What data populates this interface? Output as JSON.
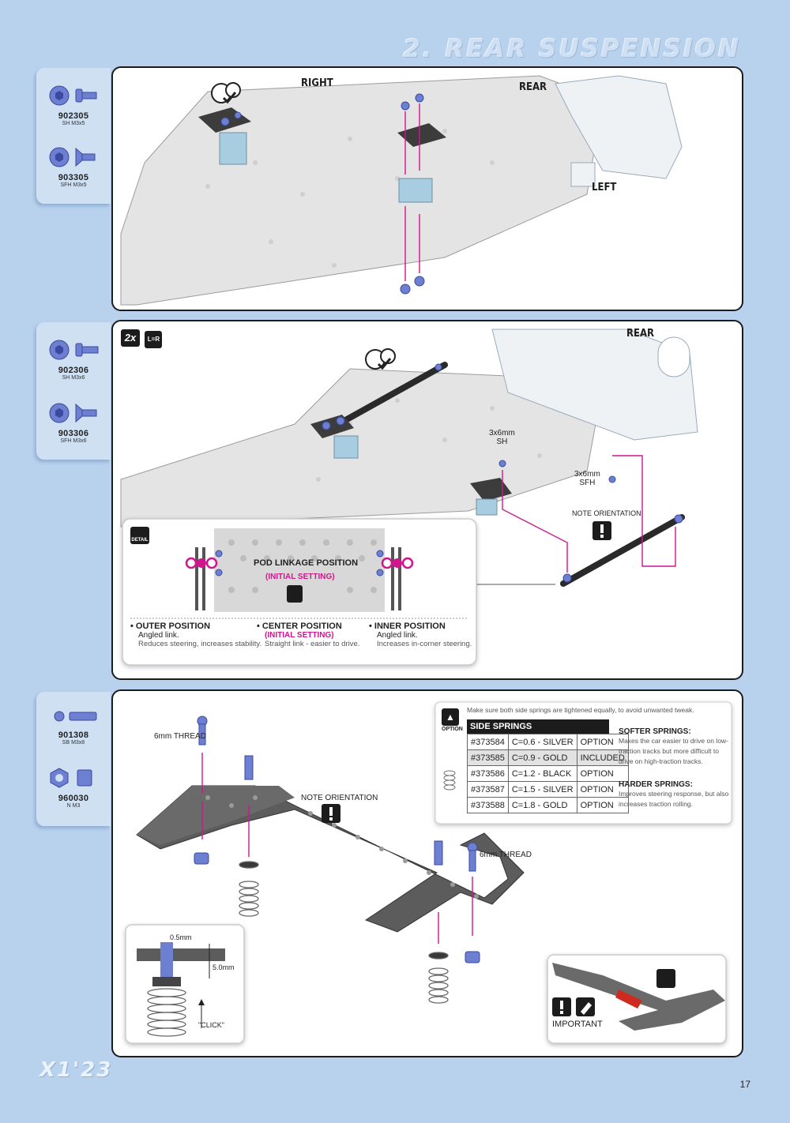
{
  "header": {
    "title": "2. REAR SUSPENSION"
  },
  "steps": [
    {
      "parts": [
        {
          "number": "902305",
          "desc": "SH M3x5",
          "icon": "socket-head-screw-icon"
        },
        {
          "number": "903305",
          "desc": "SFH M3x5",
          "icon": "flat-head-screw-icon"
        }
      ],
      "labels": {
        "right": "RIGHT",
        "rear": "REAR",
        "left": "LEFT"
      }
    },
    {
      "parts": [
        {
          "number": "902306",
          "desc": "SH M3x6",
          "icon": "socket-head-screw-icon"
        },
        {
          "number": "903306",
          "desc": "SFH M3x6",
          "icon": "flat-head-screw-icon"
        }
      ],
      "labels": {
        "repeat": "2x",
        "rear": "REAR",
        "screw_sh": [
          "3x6mm",
          "SH"
        ],
        "screw_sfh": [
          "3x6mm",
          "SFH"
        ],
        "note": "NOTE ORIENTATION"
      },
      "detail": {
        "badge": "DETAIL",
        "center_title": "POD LINKAGE POSITION",
        "center_sub": "(INITIAL SETTING)",
        "positions": [
          {
            "title": "OUTER POSITION",
            "line1": "Angled link.",
            "line2": "Reduces steering, increases stability."
          },
          {
            "title": "CENTER POSITION",
            "line1": "(INITIAL SETTING)",
            "line2": "Straight link - easier to drive."
          },
          {
            "title": "INNER POSITION",
            "line1": "Angled link.",
            "line2": "Increases in-corner steering."
          }
        ]
      }
    },
    {
      "parts": [
        {
          "number": "901308",
          "desc": "SB M3x8",
          "icon": "set-screw-icon"
        },
        {
          "number": "960030",
          "desc": "N M3",
          "icon": "nut-icon"
        }
      ],
      "labels": {
        "thread_left": "6mm THREAD",
        "thread_right": "6mm THREAD",
        "note": "NOTE ORIENTATION",
        "dim_a": "0.5mm",
        "dim_b": "5.0mm",
        "click": "\"CLICK\"",
        "important": "IMPORTANT"
      },
      "option": {
        "badge": "OPTION",
        "note": "Make sure both side springs are tightened equally, to avoid unwanted tweak.",
        "table_title": "SIDE SPRINGS",
        "rows": [
          [
            "#373584",
            "C=0.6 - SILVER",
            "OPTION"
          ],
          [
            "#373585",
            "C=0.9 - GOLD",
            "INCLUDED"
          ],
          [
            "#373586",
            "C=1.2 - BLACK",
            "OPTION"
          ],
          [
            "#373587",
            "C=1.5 - SILVER",
            "OPTION"
          ],
          [
            "#373588",
            "C=1.8 - GOLD",
            "OPTION"
          ]
        ],
        "softer_title": "SOFTER SPRINGS:",
        "softer_text": "Makes the car easier to drive on low-traction tracks but more difficult to drive on high-traction tracks.",
        "harder_title": "HARDER SPRINGS:",
        "harder_text": "Improves steering response, but also increases traction rolling."
      }
    }
  ],
  "footer": {
    "logo": "X1'23",
    "page": "17"
  },
  "colors": {
    "accent": "#d1158c",
    "screw": "#6d7fd1",
    "background": "#b8d2ee"
  }
}
